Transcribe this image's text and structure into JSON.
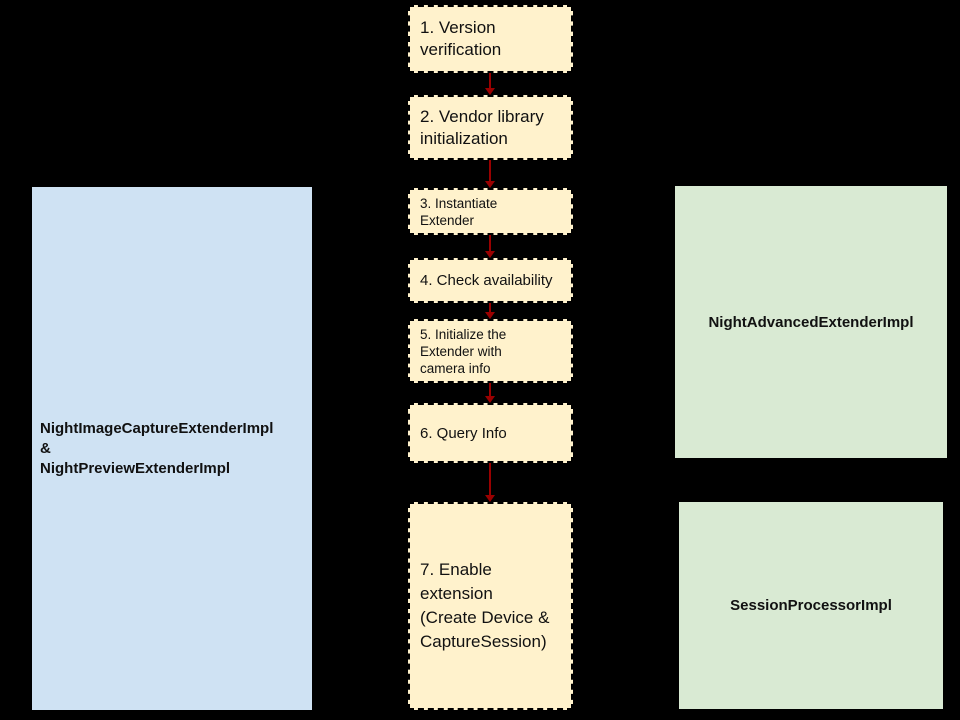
{
  "colors": {
    "background": "#000000",
    "step-fill": "#fff2cc",
    "step-border": "#000000",
    "left-fill": "#cfe2f3",
    "green-fill": "#d9ead3",
    "arrow": "#990000",
    "text": "#111111"
  },
  "flow": {
    "steps": [
      {
        "label": "1. Version\nverification"
      },
      {
        "label": "2. Vendor library\ninitialization"
      },
      {
        "label": "3. Instantiate\nExtender"
      },
      {
        "label": "4. Check availability"
      },
      {
        "label": "5. Initialize the\nExtender with\ncamera info"
      },
      {
        "label": "6. Query Info"
      },
      {
        "label": "7. Enable\nextension\n(Create Device &\nCaptureSession)"
      }
    ]
  },
  "left_box": {
    "lines": [
      "NightImageCaptureExtenderImpl",
      "&",
      "NightPreviewExtenderImpl"
    ]
  },
  "right_boxes": [
    {
      "label": "NightAdvancedExtenderImpl"
    },
    {
      "label": "SessionProcessorImpl"
    }
  ]
}
